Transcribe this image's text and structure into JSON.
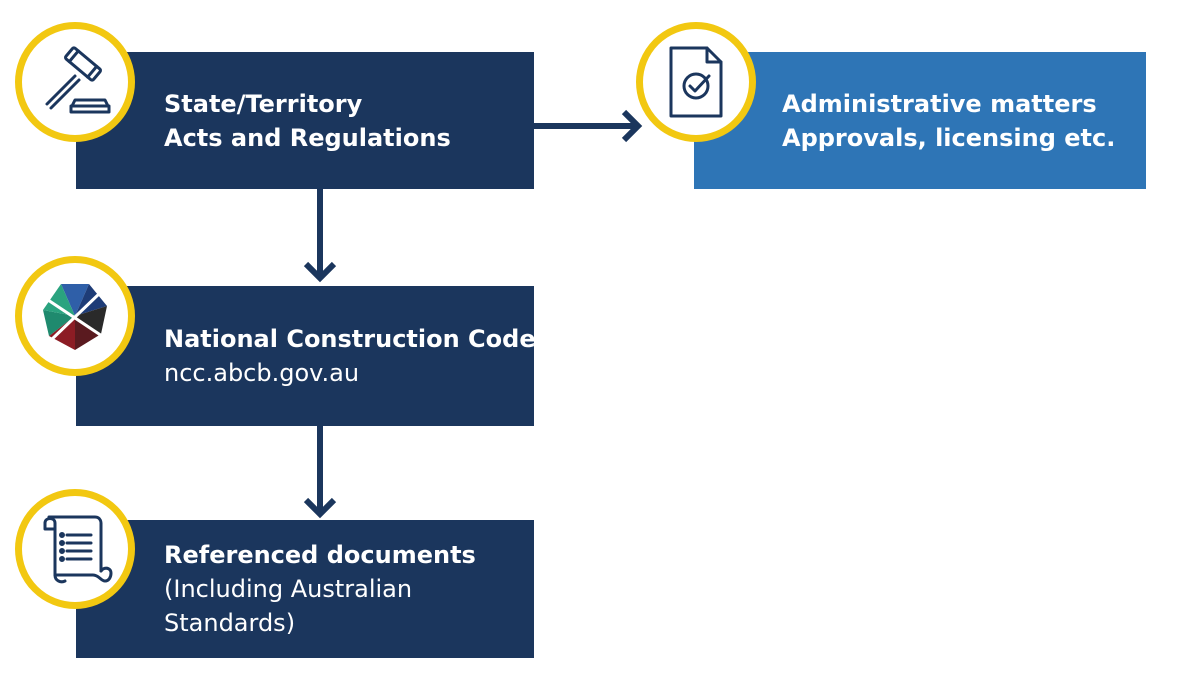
{
  "nodes": {
    "acts": {
      "line1": "State/Territory",
      "line2": "Acts and Regulations",
      "icon": "gavel-icon"
    },
    "admin": {
      "line1": "Administrative matters",
      "line2": "Approvals, licensing etc.",
      "icon": "document-check-icon"
    },
    "ncc": {
      "line1": "National Construction Code",
      "line2": "ncc.abcb.gov.au",
      "icon": "ncc-logo"
    },
    "referenced": {
      "line1": "Referenced documents",
      "line2": "(Including Australian",
      "line3": "Standards)",
      "icon": "scroll-document-icon"
    }
  },
  "colors": {
    "dark_box": "#1b365d",
    "light_box": "#2e75b6",
    "circle_ring": "#f2c811",
    "icon_stroke": "#1b365d"
  }
}
